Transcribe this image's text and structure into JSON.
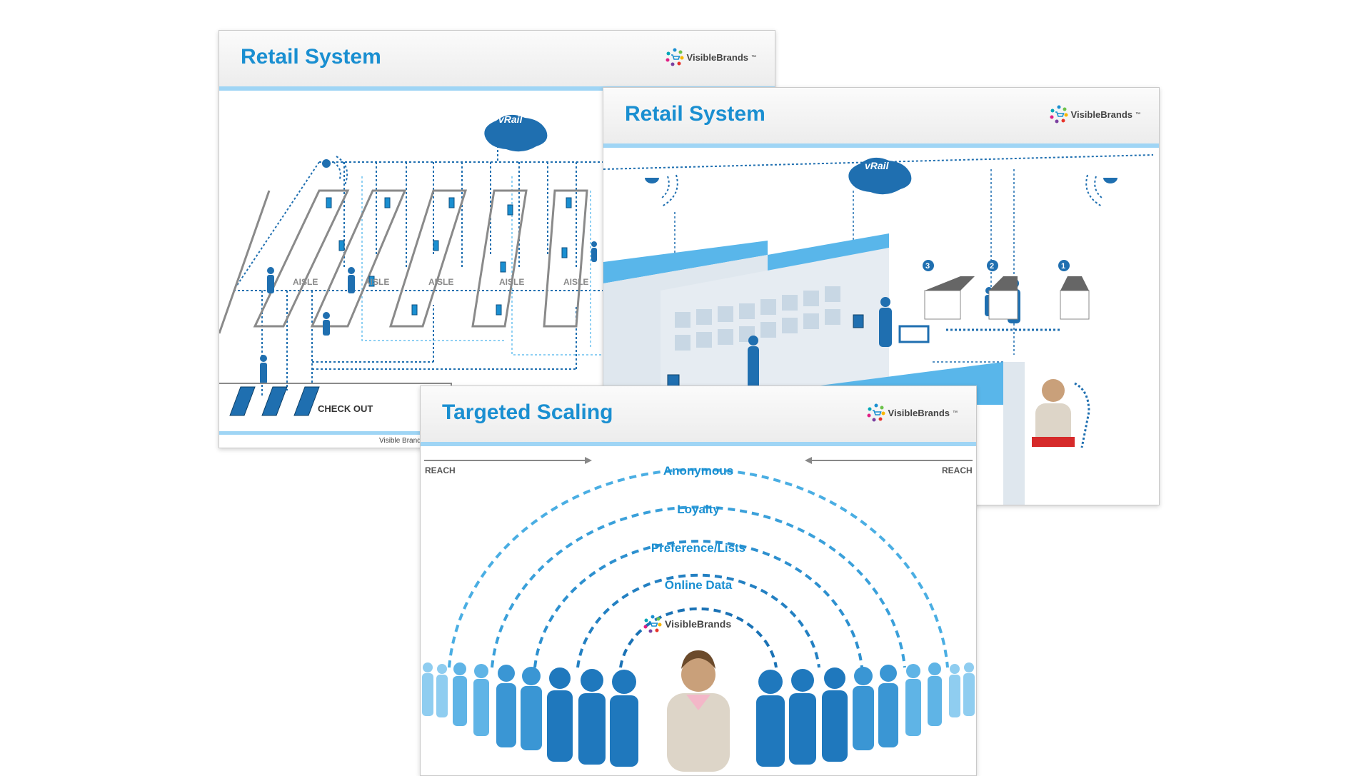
{
  "slides": {
    "floorplan": {
      "title": "Retail System",
      "brand": "VisibleBrands",
      "node_label": "vRail",
      "aisles": [
        "AISLE",
        "AISLE",
        "AISLE",
        "AISLE",
        "AISLE"
      ],
      "checkout_label": "CHECK OUT",
      "footer": "Visible Brands"
    },
    "perspective": {
      "title": "Retail System",
      "brand": "VisibleBrands",
      "node_label": "vRail",
      "checkouts": [
        "3",
        "2",
        "1"
      ]
    },
    "scaling": {
      "title": "Targeted Scaling",
      "brand": "VisibleBrands",
      "reach_left": "REACH",
      "reach_right": "REACH",
      "rings": [
        "Anonymous",
        "Loyalty",
        "Preference/Lists",
        "Online Data"
      ],
      "center_brand": "VisibleBrands"
    }
  },
  "colors": {
    "accent": "#1a8fd1",
    "rule": "#9fd5f5",
    "silhouette": "#1a73b5",
    "silhouette_light": "#5fb4e6"
  },
  "icons": {
    "logo": "cart-logo-icon",
    "node": "vrail-hub-icon"
  }
}
